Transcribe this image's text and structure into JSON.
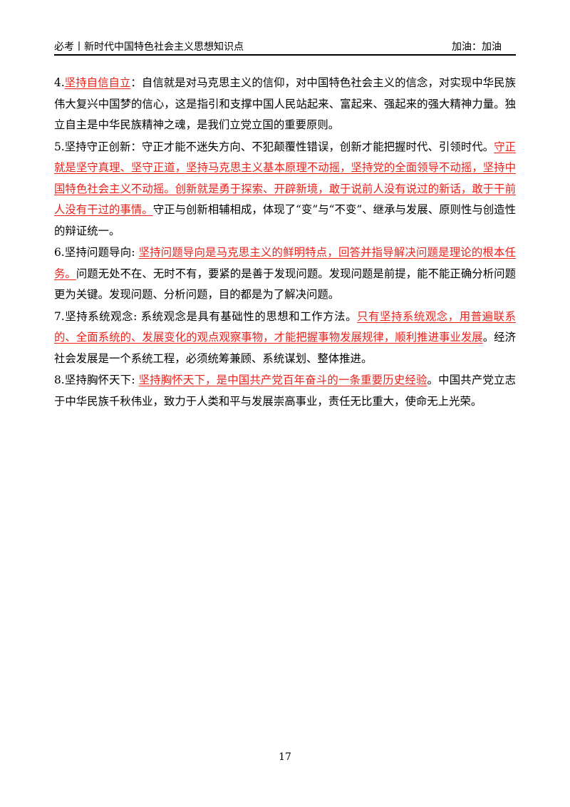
{
  "header": {
    "left_text": "必考丨新时代中国特色社会主义思想知识点",
    "right_text": "加油：加油"
  },
  "paragraphs": [
    {
      "number": "4.",
      "title": "坚持自信自立",
      "sep": "：",
      "highlight": "",
      "body": "自信就是对马克思主义的信仰，对中国特色社会主义的信念，对实现中华民族伟大复兴中国梦的信心，这是指引和支撑中国人民站起来、富起来、强起来的强大精神力量。独立自主是中华民族精神之魂，是我们立党立国的重要原则。"
    },
    {
      "number": "5.",
      "title": "坚持守正创新",
      "sep": "：",
      "lead": "守正才能不迷失方向、不犯颠覆性错误，创新才能把握时代、引领时代。",
      "highlight": "守正就是坚守真理、坚守正道，坚持马克思主义基本原理不动摇，坚持党的全面领导不动摇，坚持中国特色社会主义不动摇。创新就是勇于探索、开辟新境，敢于说前人没有说过的新话，敢于干前人没有干过的事情。",
      "body": "守正与创新相辅相成，体现了“变”与“不变”、继承与发展、原则性与创造性的辩证统一。"
    },
    {
      "number": "6.",
      "title": "坚持问题导向",
      "sep": ": ",
      "lead": "",
      "highlight": "坚持问题导向是马克思主义的鲜明特点，回答并指导解决问题是理论的根本任务。",
      "body": "问题无处不在、无时不有，要紧的是善于发现问题。发现问题是前提，能不能正确分析问题更为关键。发现问题、分析问题，目的都是为了解决问题。"
    },
    {
      "number": "7.",
      "title": "坚持系统观念",
      "sep": ": ",
      "lead": "系统观念是具有基础性的思想和工作方法。",
      "highlight": "只有坚持系统观念，用普遍联系的、全面系统的、发展变化的观点观察事物，才能把握事物发展规律，顺利推进事业发展",
      "body": "。经济社会发展是一个系统工程，必须统筹兼顾、系统谋划、整体推进。"
    },
    {
      "number": "8.",
      "title": "坚持胸怀天下",
      "sep": ": ",
      "lead": "",
      "highlight": "坚持胸怀天下，是中国共产党百年奋斗的一条重要历史经验",
      "body": "。中国共产党立志于中华民族千秋伟业，致力于人类和平与发展崇高事业，责任无比重大，使命无上光荣。"
    }
  ],
  "page_number": "17"
}
